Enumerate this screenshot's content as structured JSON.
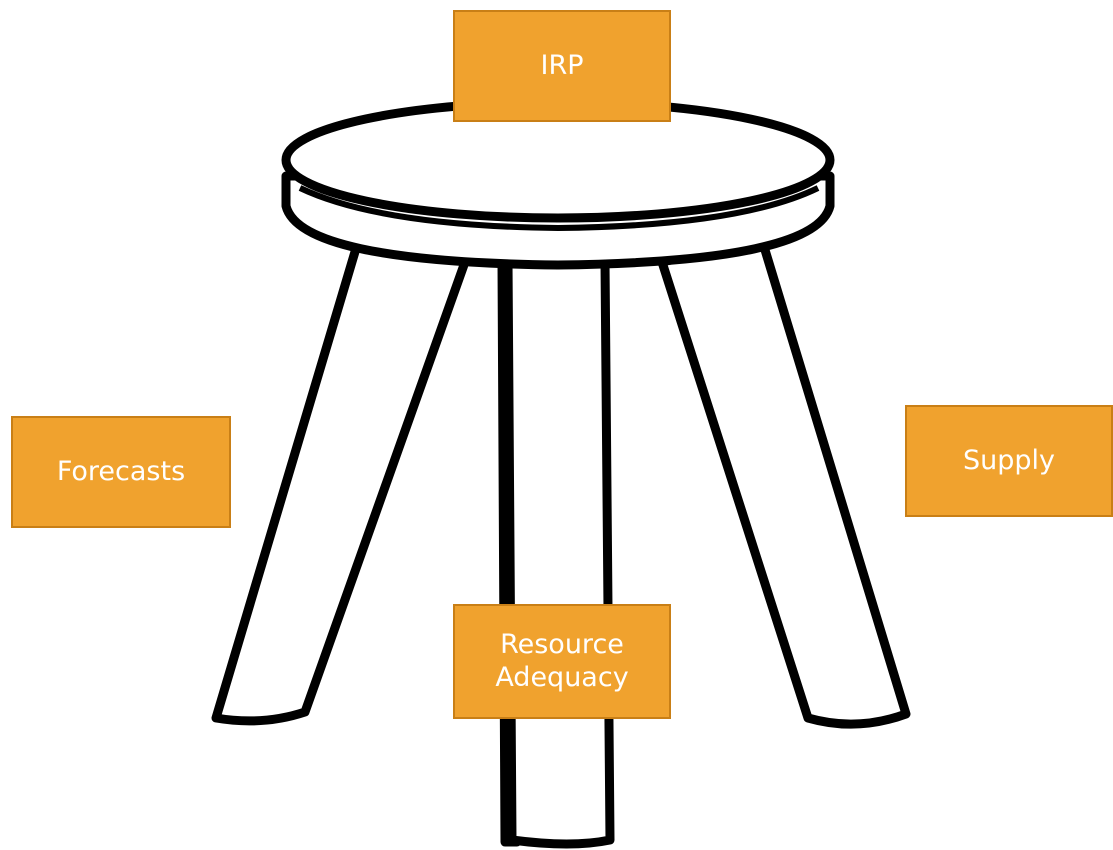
{
  "labels": {
    "top": "IRP",
    "left": "Forecasts",
    "right": "Supply",
    "bottom": "Resource\nAdequacy"
  },
  "colors": {
    "box_fill": "#f0a22e",
    "box_border": "#c97f16",
    "box_text": "#ffffff",
    "stroke": "#000000"
  },
  "icons": [
    "stool-icon"
  ]
}
